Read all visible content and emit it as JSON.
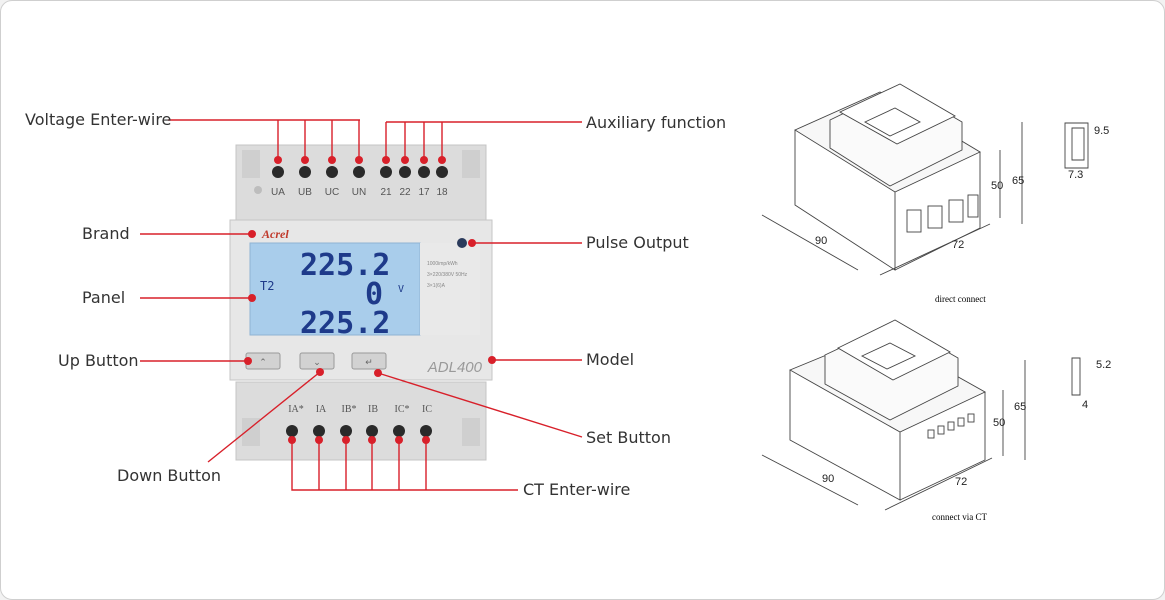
{
  "callouts": {
    "voltage_enter_wire": "Voltage Enter-wire",
    "auxiliary_function": "Auxiliary function",
    "brand": "Brand",
    "pulse_output": "Pulse Output",
    "panel": "Panel",
    "up_button": "Up Button",
    "model": "Model",
    "set_button": "Set Button",
    "down_button": "Down Button",
    "ct_enter_wire": "CT Enter-wire"
  },
  "meter": {
    "top_terminals": [
      "UA",
      "UB",
      "UC",
      "UN",
      "21",
      "22",
      "17",
      "18"
    ],
    "bottom_terminals": [
      "IA*",
      "IA",
      "IB*",
      "IB",
      "IC*",
      "IC"
    ],
    "brand_text": "Acrel",
    "model_text": "ADL400",
    "lcd_row1": "225.2",
    "lcd_row2": "0",
    "lcd_row3": "225.2",
    "lcd_indicator": "T2",
    "lcd_unit_v": "V",
    "spec_line1": "1000imp/kWh",
    "spec_line2": "3×220/380V 50Hz",
    "spec_line3": "3×1(6)A"
  },
  "drawings": [
    {
      "caption": "direct connect",
      "width": "90",
      "depth": "72",
      "height_inner": "50",
      "height_outer": "65",
      "window_dims": [
        "9.5",
        "7.3"
      ]
    },
    {
      "caption": "connect via CT",
      "width": "90",
      "depth": "72",
      "height_inner": "50",
      "height_outer": "65",
      "window_dims": [
        "5.2",
        "4"
      ]
    }
  ],
  "colors": {
    "callout_red": "#d8202a",
    "lcd_blue": "#a9cdeb",
    "lcd_text": "#1e3a8a",
    "meter_body": "#e4e4e4"
  }
}
